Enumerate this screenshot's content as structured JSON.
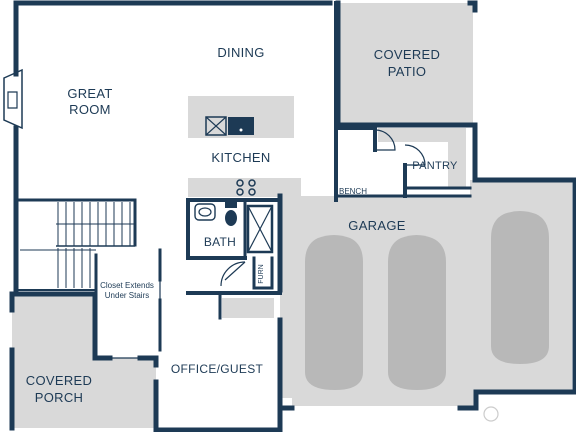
{
  "plan": {
    "colors": {
      "wall": "#1d3a55",
      "shaded": "#d9d9d9",
      "car": "#b8b8b8",
      "fixture": "#bfc6cc",
      "label": "#1d3a55",
      "background": "#ffffff"
    },
    "labels": {
      "great_room_1": "GREAT",
      "great_room_2": "ROOM",
      "dining": "DINING",
      "covered_patio_1": "COVERED",
      "covered_patio_2": "PATIO",
      "kitchen": "KITCHEN",
      "pantry": "PANTRY",
      "bench": "BENCH",
      "garage": "GARAGE",
      "bath": "BATH",
      "furn": "FURN",
      "closet_1": "Closet Extends",
      "closet_2": "Under Stairs",
      "office_guest": "OFFICE/GUEST",
      "covered_porch_1": "COVERED",
      "covered_porch_2": "PORCH"
    }
  }
}
